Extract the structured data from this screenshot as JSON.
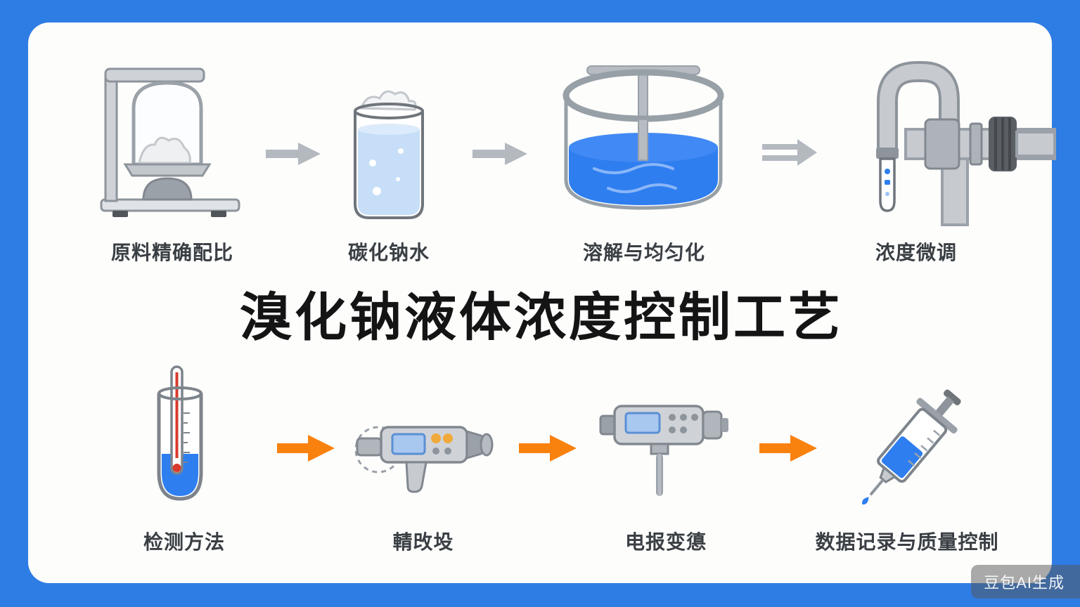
{
  "page": {
    "title": "溴化钠液体浓度控制工艺",
    "watermark": "豆包AI生成"
  },
  "colors": {
    "background_blue": "#2e7de4",
    "card_white": "#fdfdfc",
    "gray_arrow": "#b3b9bf",
    "orange_arrow": "#f9820f",
    "liquid_blue": "#2e7ef0",
    "light_liquid_blue": "#c6def7",
    "label_text": "#3a3f44",
    "title_text": "#141414"
  },
  "top_row": {
    "arrow_style": "gray",
    "steps": [
      {
        "label": "原料精确配比",
        "icon": "balance-scale-icon"
      },
      {
        "label": "碳化钠水",
        "icon": "beaker-icon"
      },
      {
        "label": "溶解与均匀化",
        "icon": "mixing-tank-icon"
      },
      {
        "label": "浓度微调",
        "icon": "pipe-fitting-icon"
      }
    ]
  },
  "bottom_row": {
    "arrow_style": "orange",
    "steps": [
      {
        "label": "检测方法",
        "icon": "test-tube-thermometer-icon"
      },
      {
        "label": "輤攺坄",
        "icon": "refractometer-icon"
      },
      {
        "label": "电报变憄",
        "icon": "electrode-transmitter-icon"
      },
      {
        "label": "数据记录与质量控制",
        "icon": "syringe-icon"
      }
    ]
  }
}
